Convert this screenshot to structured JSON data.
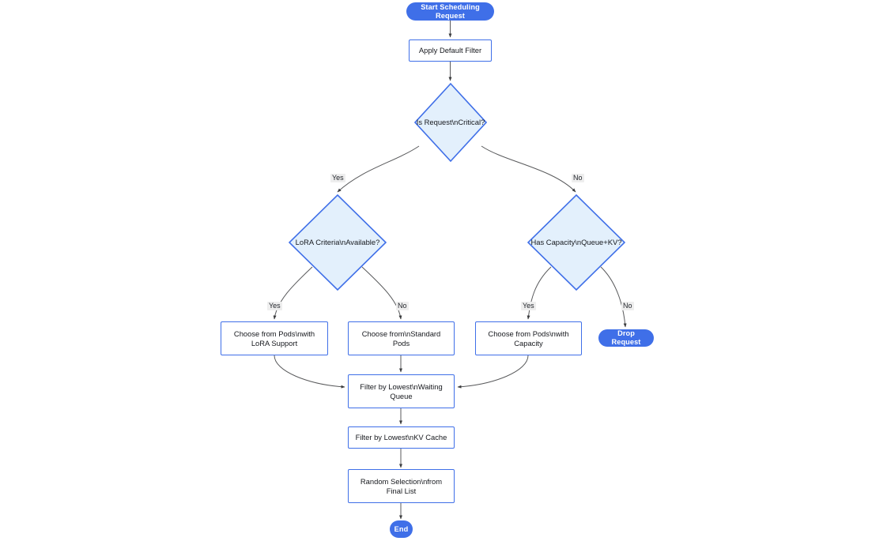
{
  "diagram": {
    "title": "Start Scheduling Request",
    "type": "flowchart",
    "direction": "top-down",
    "colors": {
      "terminal_fill": "#3f6fe8",
      "terminal_text": "#ffffff",
      "process_border": "#3f6fe8",
      "process_fill": "#ffffff",
      "decision_fill": "#e3f0fc",
      "decision_border": "#3f6fe8",
      "edge_stroke": "#58595b",
      "text": "#16181d",
      "label_bg": "#eeeeee",
      "background": "#ffffff"
    },
    "nodes": [
      {
        "id": "start",
        "shape": "terminal",
        "label": "Start Scheduling Request"
      },
      {
        "id": "apply_filter",
        "shape": "process",
        "label": "Apply Default Filter"
      },
      {
        "id": "is_critical",
        "shape": "decision",
        "label": "Is Request\\nCritical?"
      },
      {
        "id": "lora_criteria",
        "shape": "decision",
        "label": "LoRA Criteria\\nAvailable?"
      },
      {
        "id": "has_capacity",
        "shape": "decision",
        "label": "Has Capacity\\nQueue+KV?"
      },
      {
        "id": "choose_lora",
        "shape": "process",
        "label_line1": "Choose from Pods\\nwith",
        "label_line2": "LoRA Support"
      },
      {
        "id": "choose_standard",
        "shape": "process",
        "label_line1": "Choose from\\nStandard",
        "label_line2": "Pods"
      },
      {
        "id": "choose_capacity",
        "shape": "process",
        "label_line1": "Choose from Pods\\nwith",
        "label_line2": "Capacity"
      },
      {
        "id": "drop_request",
        "shape": "terminal",
        "label": "Drop Request"
      },
      {
        "id": "filter_queue",
        "shape": "process",
        "label_line1": "Filter by Lowest\\nWaiting",
        "label_line2": "Queue"
      },
      {
        "id": "filter_kv",
        "shape": "process",
        "label": "Filter by Lowest\\nKV Cache"
      },
      {
        "id": "random_select",
        "shape": "process",
        "label_line1": "Random Selection\\nfrom",
        "label_line2": "Final List"
      },
      {
        "id": "end",
        "shape": "terminal",
        "label": "End"
      }
    ],
    "edge_labels": {
      "critical_yes": "Yes",
      "critical_no": "No",
      "lora_yes": "Yes",
      "lora_no": "No",
      "capacity_yes": "Yes",
      "capacity_no": "No"
    },
    "edges": [
      {
        "from": "start",
        "to": "apply_filter",
        "label": ""
      },
      {
        "from": "apply_filter",
        "to": "is_critical",
        "label": ""
      },
      {
        "from": "is_critical",
        "to": "lora_criteria",
        "label": "Yes"
      },
      {
        "from": "is_critical",
        "to": "has_capacity",
        "label": "No"
      },
      {
        "from": "lora_criteria",
        "to": "choose_lora",
        "label": "Yes"
      },
      {
        "from": "lora_criteria",
        "to": "choose_standard",
        "label": "No"
      },
      {
        "from": "has_capacity",
        "to": "choose_capacity",
        "label": "Yes"
      },
      {
        "from": "has_capacity",
        "to": "drop_request",
        "label": "No"
      },
      {
        "from": "choose_lora",
        "to": "filter_queue",
        "label": ""
      },
      {
        "from": "choose_standard",
        "to": "filter_queue",
        "label": ""
      },
      {
        "from": "choose_capacity",
        "to": "filter_queue",
        "label": ""
      },
      {
        "from": "filter_queue",
        "to": "filter_kv",
        "label": ""
      },
      {
        "from": "filter_kv",
        "to": "random_select",
        "label": ""
      },
      {
        "from": "random_select",
        "to": "end",
        "label": ""
      }
    ]
  }
}
